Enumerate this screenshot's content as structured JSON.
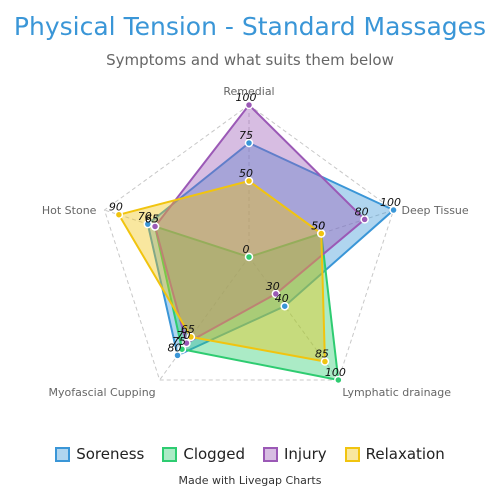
{
  "chart_data": {
    "type": "radar",
    "title": "Physical Tension - Standard Massages",
    "subtitle": "Symptoms and what suits them below",
    "categories": [
      "Remedial",
      "Deep Tissue",
      "Lymphatic drainage",
      "Myofascial Cupping",
      "Hot Stone"
    ],
    "rlim": [
      0,
      100
    ],
    "grid": true,
    "legend_position": "bottom",
    "series": [
      {
        "name": "Soreness",
        "values": [
          75,
          100,
          40,
          80,
          70
        ],
        "color": "#3a96d7"
      },
      {
        "name": "Clogged",
        "values": [
          0,
          50,
          100,
          75,
          65
        ],
        "color": "#2ecc71"
      },
      {
        "name": "Injury",
        "values": [
          100,
          80,
          30,
          70,
          65
        ],
        "color": "#9b59b6"
      },
      {
        "name": "Relaxation",
        "values": [
          50,
          50,
          85,
          65,
          90
        ],
        "color": "#f1c40f"
      }
    ]
  },
  "credit": "Made with Livegap Charts"
}
